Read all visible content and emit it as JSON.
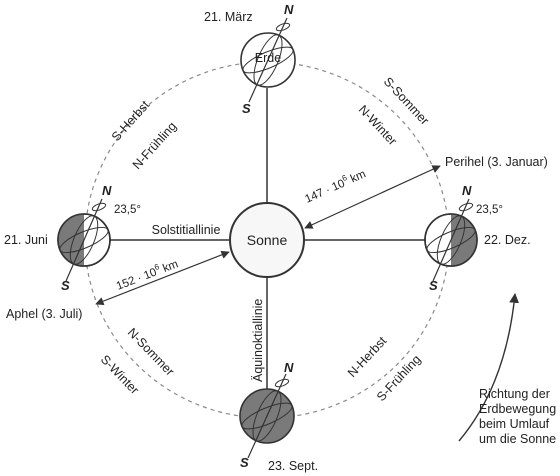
{
  "sun": {
    "label": "Sonne"
  },
  "earth_label": "Erde",
  "poles": {
    "north": "N",
    "south": "S"
  },
  "tilt": "23,5°",
  "dates": {
    "march": "21. März",
    "june": "21. Juni",
    "december": "22. Dez.",
    "september": "23. Sept."
  },
  "lines": {
    "solstitial": "Solstitiallinie",
    "equinoctial": "Äquinoktiallinie"
  },
  "distances": {
    "perihel": "147 · 10",
    "perihel_exp": "6",
    "perihel_unit": " km",
    "aphel": "152 · 10",
    "aphel_exp": "6",
    "aphel_unit": " km"
  },
  "orbit_points": {
    "perihel": "Perihel (3. Januar)",
    "aphel": "Aphel (3. Juli)"
  },
  "seasons": {
    "top_left_outer": "S-Herbst",
    "top_left_inner": "N-Frühling",
    "top_right_outer": "S-Sommer",
    "top_right_inner": "N-Winter",
    "bottom_left_inner": "N-Sommer",
    "bottom_left_outer": "S-Winter",
    "bottom_right_inner": "N-Herbst",
    "bottom_right_outer": "S-Frühling"
  },
  "motion_caption": [
    "Richtung der",
    "Erdbewegung",
    "beim Umlauf",
    "um die Sonne"
  ],
  "colors": {
    "shadow": "#7a7a7a",
    "ink": "#333333",
    "orbit": "#8a8a8a"
  }
}
